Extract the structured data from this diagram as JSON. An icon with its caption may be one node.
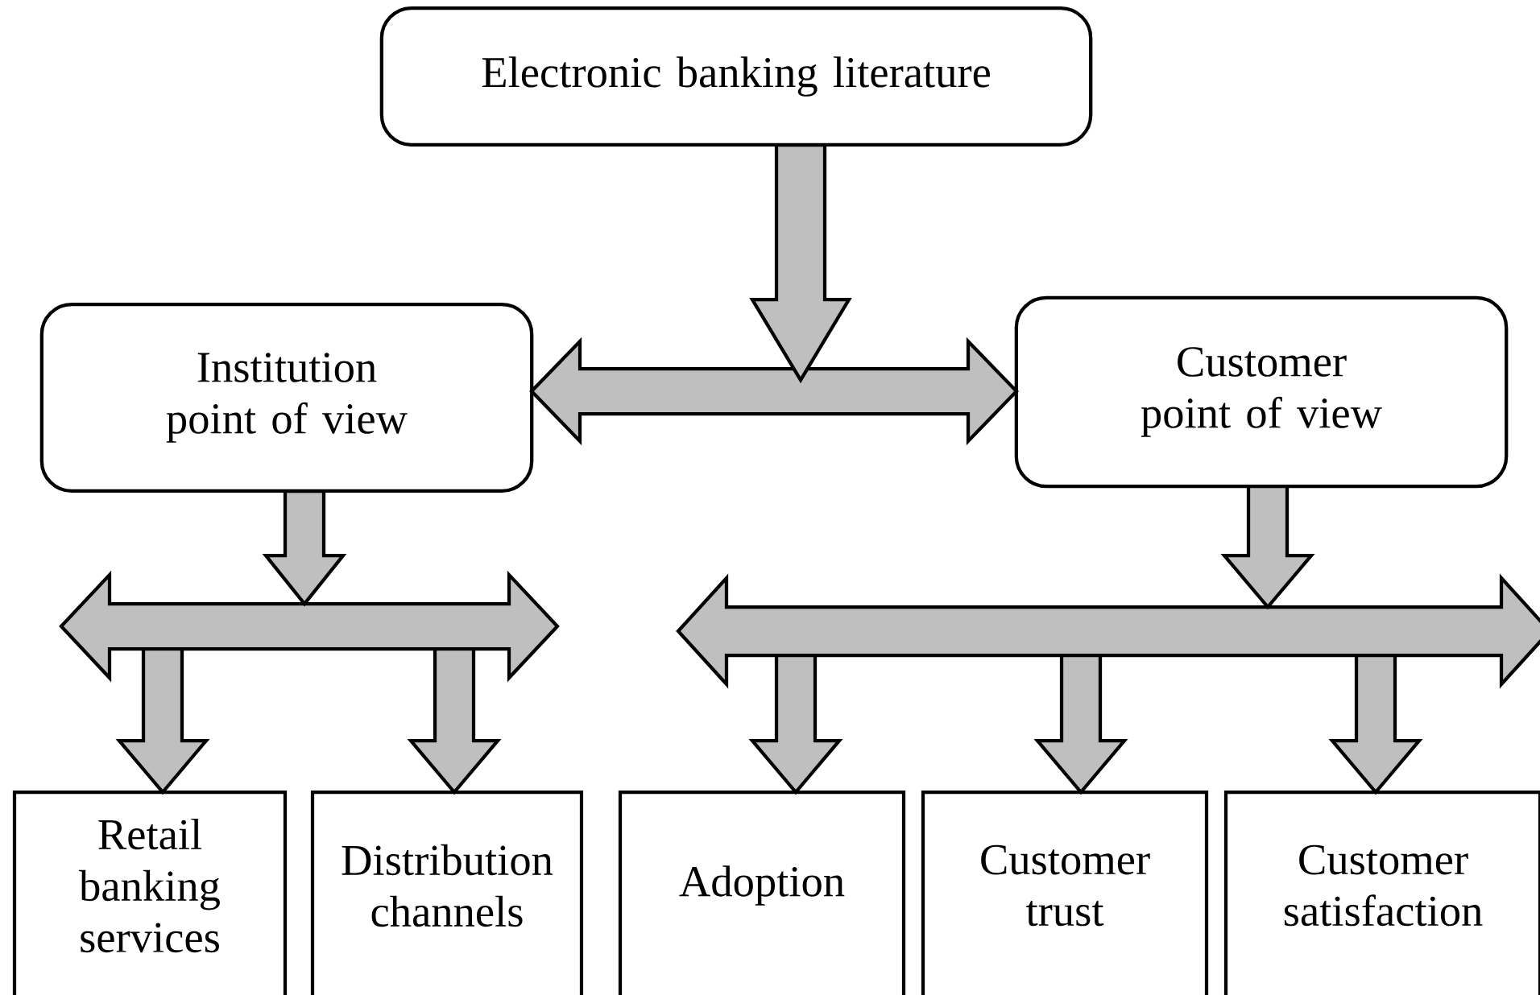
{
  "diagram": {
    "nodes": [
      {
        "text": [
          "Electronic banking literature"
        ]
      },
      {
        "text": [
          "Institution point of view"
        ]
      },
      {
        "text": [
          "Customer point of view"
        ]
      },
      {
        "text": [
          "Retail banking services"
        ]
      },
      {
        "text": [
          "Distribution channels"
        ]
      },
      {
        "text": [
          "Adoption"
        ]
      },
      {
        "text": [
          "Customer trust"
        ]
      },
      {
        "text": [
          "Customer satisfaction"
        ]
      },
      {
        "text": [],
        "shape": "bar"
      },
      {
        "text": [],
        "shape": "bar"
      }
    ],
    "edges": [
      {
        "from": 1,
        "to": 2,
        "arrow": "both"
      },
      {
        "from": 0,
        "to": null,
        "arrow": "to"
      },
      {
        "from": 1,
        "to": 8,
        "arrow": "to"
      },
      {
        "from": 8,
        "to": 3,
        "arrow": "to"
      },
      {
        "from": 8,
        "to": 4,
        "arrow": "to"
      },
      {
        "from": 2,
        "to": 9,
        "arrow": "to"
      },
      {
        "from": 9,
        "to": 5,
        "arrow": "to"
      },
      {
        "from": 9,
        "to": 6,
        "arrow": "to"
      },
      {
        "from": 9,
        "to": 7,
        "arrow": "to"
      }
    ]
  }
}
